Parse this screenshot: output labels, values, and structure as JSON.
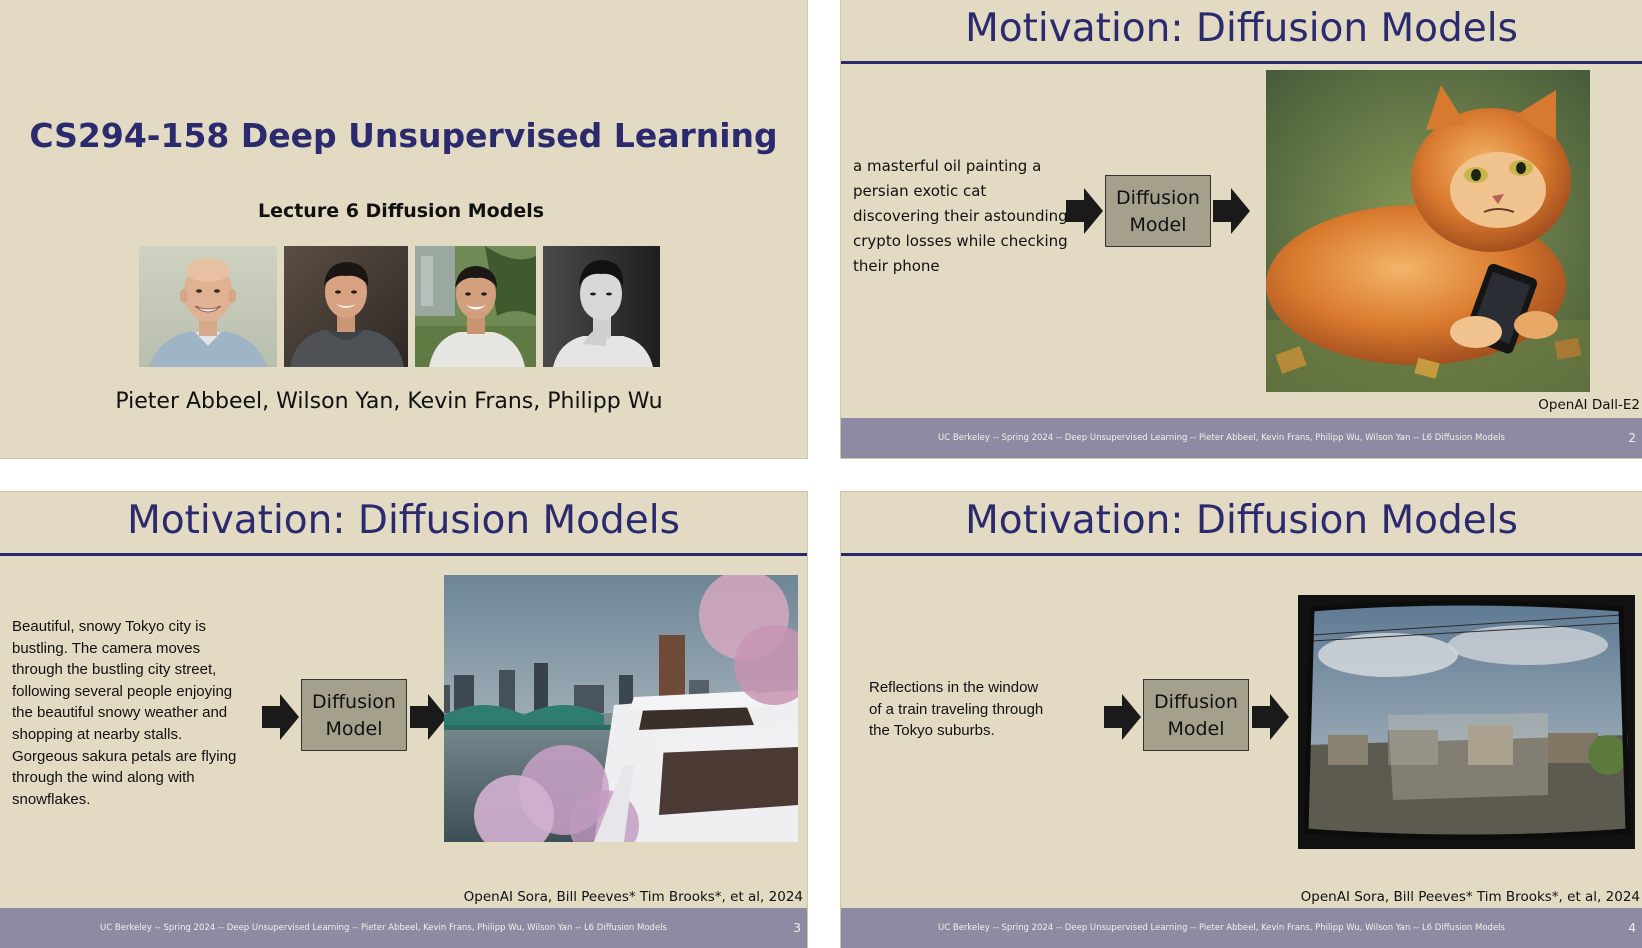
{
  "slide1": {
    "title": "CS294-158 Deep Unsupervised Learning",
    "subtitle": "Lecture 6 Diffusion Models",
    "authors": "Pieter Abbeel, Wilson Yan, Kevin Frans, Philipp Wu"
  },
  "slide2": {
    "title": "Motivation: Diffusion Models",
    "prompt_lines": [
      "a masterful oil painting a",
      "persian exotic cat",
      "discovering their astounding",
      "crypto losses while checking",
      "their phone"
    ],
    "model_line1": "Diffusion",
    "model_line2": "Model",
    "credit": "OpenAI Dall-E2",
    "footer": "UC Berkeley -- Spring 2024 -- Deep Unsupervised Learning -- Pieter Abbeel, Kevin Frans, Philipp Wu, Wilson Yan -- L6 Diffusion Models",
    "page_number": "2"
  },
  "slide3": {
    "title": "Motivation: Diffusion Models",
    "prompt_lines": [
      "Beautiful, snowy Tokyo city is",
      "bustling. The camera moves",
      "through the bustling city street,",
      "following several people enjoying",
      "the beautiful snowy weather and",
      "shopping at nearby stalls.",
      "Gorgeous sakura petals are flying",
      "through the wind along with",
      "snowflakes."
    ],
    "model_line1": "Diffusion",
    "model_line2": "Model",
    "credit": "OpenAI Sora, Bill Peeves* Tim Brooks*, et al, 2024",
    "footer": "UC Berkeley -- Spring 2024 -- Deep Unsupervised Learning -- Pieter Abbeel, Kevin Frans, Philipp Wu, Wilson Yan -- L6 Diffusion Models",
    "page_number": "3"
  },
  "slide4": {
    "title": "Motivation: Diffusion Models",
    "prompt_lines": [
      "Reflections in the window",
      "of a train traveling through",
      "the Tokyo suburbs."
    ],
    "model_line1": "Diffusion",
    "model_line2": "Model",
    "credit": "OpenAI Sora, Bill Peeves* Tim Brooks*, et al, 2024",
    "footer": "UC Berkeley -- Spring 2024 -- Deep Unsupervised Learning -- Pieter Abbeel, Kevin Frans, Philipp Wu, Wilson Yan -- L6 Diffusion Models",
    "page_number": "4"
  },
  "colors": {
    "slide_background": "#e2dac2",
    "title_color": "#2b2a6e",
    "footer_background": "#8d8aa3",
    "model_box": "#a4a08c"
  },
  "icons": [
    "right-arrow-icon"
  ]
}
